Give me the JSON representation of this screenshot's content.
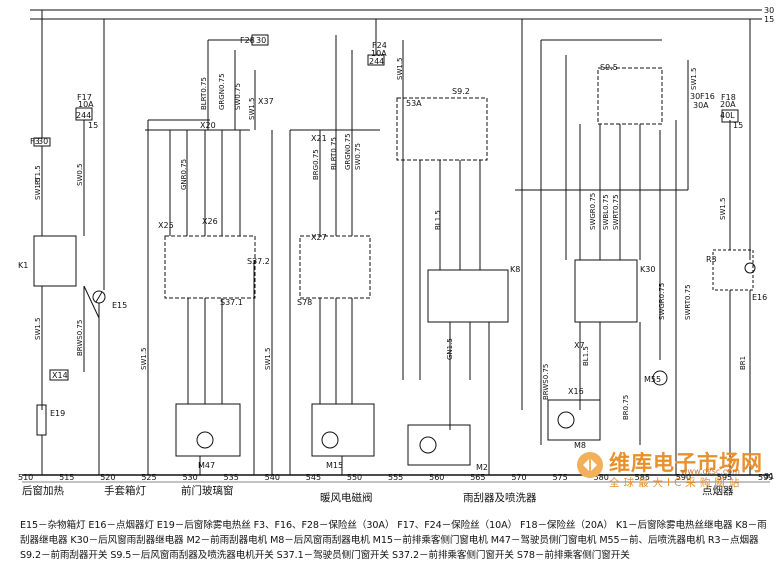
{
  "rail_labels": {
    "top1": "30",
    "top2": "15",
    "ground": "31"
  },
  "fuses": {
    "f3": {
      "name": "F3",
      "amp": "30"
    },
    "f17": {
      "name": "F17",
      "amp": "10A",
      "rail": "244",
      "pin": "15"
    },
    "f28": {
      "name": "F28",
      "amp": "30"
    },
    "f24": {
      "name": "F24",
      "amp": "10A",
      "rail": "244"
    },
    "f16": {
      "name": "F16",
      "amp": "30",
      "amp2": "30A"
    },
    "f18": {
      "name": "F18",
      "amp": "20A",
      "rail": "40L",
      "pin": "15"
    }
  },
  "components": {
    "k1": "K1",
    "e15": "E15",
    "e19": "E19",
    "x14": "X14",
    "m47": "M47",
    "s37_1": "S37.1",
    "s37_2": "S37.2",
    "m15": "M15",
    "s78": "S78",
    "s9_2": "S9.2",
    "s53a": "53A",
    "k8": "K8",
    "m2": "M2",
    "s9_5": "S9.5",
    "k30": "K30",
    "m55": "M55",
    "m8": "M8",
    "r3": "R3",
    "e16": "E16",
    "x37": "X37",
    "x20": "X20",
    "x21": "X21",
    "x25": "X25",
    "x26": "X26",
    "x27": "X27",
    "x7": "X7",
    "x16": "X16"
  },
  "wire_codes": [
    "SW1.5",
    "RT1.5",
    "SW0.5",
    "BRWS0.75",
    "SW1.5",
    "BLRT0.75",
    "GRGN0.75",
    "SW0.75",
    "SW1.5",
    "GNR0.75",
    "SW1.5",
    "BLRT0.75",
    "GRGN0.75",
    "SW0.75",
    "SW1.5",
    "BRG0.75",
    "SW1.5",
    "BL1.5",
    "GN1.5",
    "SWGR0.75",
    "SWBL0.75",
    "SWRT0.75",
    "SW1.5",
    "BRWS0.75",
    "BL1.5",
    "BR0.75",
    "SWGR0.75",
    "SWRT0.75",
    "SW1.5",
    "BR1"
  ],
  "scale": {
    "ticks": [
      "510",
      "515",
      "520",
      "525",
      "530",
      "535",
      "540",
      "545",
      "550",
      "555",
      "560",
      "565",
      "570",
      "575",
      "580",
      "585",
      "590",
      "595",
      "599"
    ],
    "captions": [
      "后窗加热",
      "手套箱灯",
      "前门玻璃窗",
      "暖风电磁阀",
      "雨刮器及喷洗器",
      "点烟器"
    ]
  },
  "legend_text": "E15－杂物箱灯  E16－点烟器灯  E19－后窗除雾电热丝  F3、F16、F28－保险丝（30A）  F17、F24－保险丝（10A）  F18－保险丝（20A）  K1－后窗除雾电热丝继电器  K8－雨刮器继电器  K30－后风窗雨刮器继电器  M2－前雨刮器电机  M8－后风窗雨刮器电机  M15－前排乘客侧门窗电机  M47－驾驶员侧门窗电机  M55－前、后喷洗器电机  R3－点烟器  S9.2－前雨刮器开关  S9.5－后风窗雨刮器及喷洗器电机开关  S37.1－驾驶员侧门窗开关  S37.2－前排乘客侧门窗开关  S78－前排乘客侧门窗开关",
  "watermark": {
    "brand": "维库电子市场网",
    "tagline": "全球最大IC采购网站",
    "url": "www.dzsc.com"
  }
}
